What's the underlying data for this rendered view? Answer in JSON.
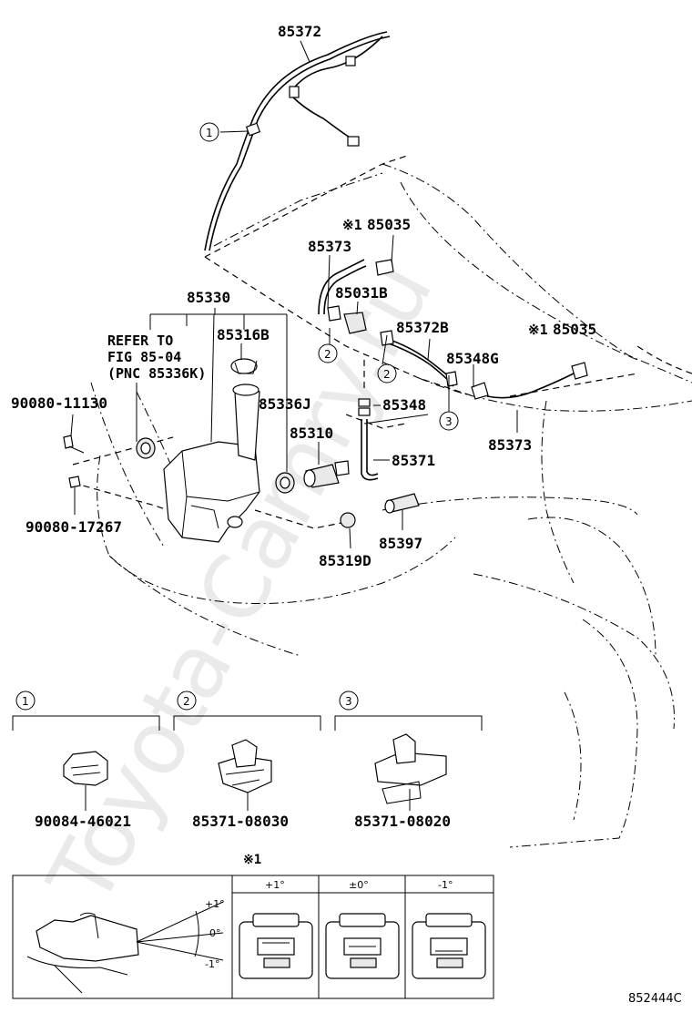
{
  "watermark": "Toyota-Camry.ru",
  "figure_code": "852444C",
  "labels": {
    "p85372": "85372",
    "p85035a": "85035",
    "p85035b": "85035",
    "p85373a": "85373",
    "p85373b": "85373",
    "p85031b": "85031B",
    "p85330": "85330",
    "p85372b": "85372B",
    "p85316b": "85316B",
    "p85348g": "85348G",
    "p85336j": "85336J",
    "p85348": "85348",
    "p85310": "85310",
    "p85371": "85371",
    "p85397": "85397",
    "p85319d": "85319D",
    "p9008011130": "90080-11130",
    "p9008017267": "90080-17267",
    "refer1": "REFER TO",
    "refer2": "FIG 85-04",
    "refer3": "(PNC 85336K)",
    "note_mark": "※1"
  },
  "callouts": [
    "1",
    "2",
    "3"
  ],
  "detail_parts": [
    {
      "callout": "1",
      "part_no": "90084-46021"
    },
    {
      "callout": "2",
      "part_no": "85371-08030"
    },
    {
      "callout": "3",
      "part_no": "85371-08020"
    }
  ],
  "adjust_table": {
    "note_mark": "※1",
    "columns": [
      "+1°",
      "±0°",
      "-1°"
    ],
    "angle_labels": [
      "+1°",
      "0°",
      "-1°"
    ]
  }
}
